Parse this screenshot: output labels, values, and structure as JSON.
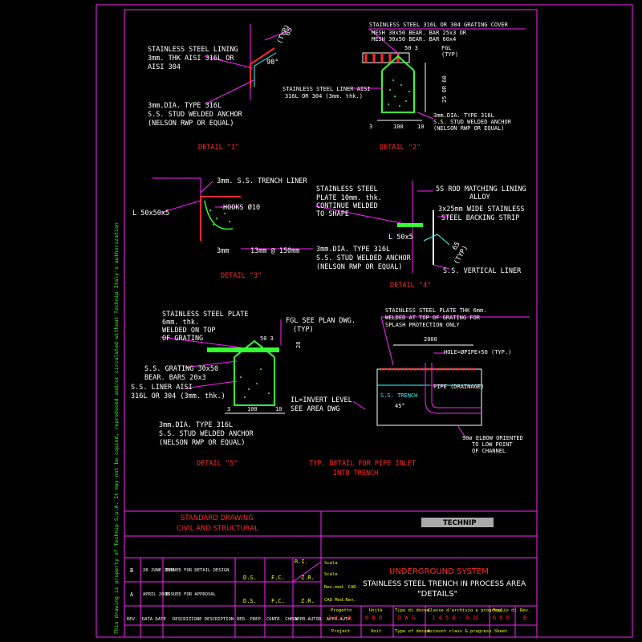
{
  "side_note": "This drawing is property of Technip S.p.A.  It may not be copied, reproduced and/or circulated without Technip Italy's authorization",
  "detail1": {
    "caption": "DETAIL \"1\"",
    "lining": [
      "STAINLESS STEEL LINING",
      "3mm. THK AISI 316L OR",
      "AISI 304"
    ],
    "anchor": [
      "3mm.DIA. TYPE 316L",
      "S.S. STUD WELDED ANCHOR",
      "(NELSON RWP OR EQUAL)"
    ],
    "angle": "90°",
    "dim": "65",
    "typ": "(TYP)"
  },
  "detail2": {
    "caption": "DETAIL \"2\"",
    "cover": [
      "STAINLESS STEEL 316L OR 304 GRATING COVER",
      "MESH 30x50 BEAR. BAR 25x3 OR",
      "MESH 30x50 BEAR. BAR 60x4"
    ],
    "fgl": "FGL",
    "typ": "(TYP)",
    "liner": [
      "STAINLESS STEEL LINER AISI",
      "316L OR 304 (3mm. thk.)"
    ],
    "anchor": [
      "3mm.DIA. TYPE 316L",
      "S.S. STUD WELDED ANCHOR",
      "(NELSON RWP OR EQUAL)"
    ],
    "dim_top": "50  3",
    "dim_side": "25 OR 60",
    "dim_3": "3",
    "dim_100": "100",
    "dim_10": "10"
  },
  "detail3": {
    "caption": "DETAIL \"3\"",
    "liner": "3mm. S.S. TRENCH LINER",
    "angle": "L 50x50x5",
    "hooks": "HOOKS Ø10",
    "dim_3": "3mm",
    "dim_pitch": "13mm @ 150mm"
  },
  "detail4": {
    "caption": "DETAIL \"4\"",
    "plate": [
      "STAINLESS STEEL",
      "PLATE 10mm. thk.",
      "CONTINUE WELDED",
      "TO SHAPE"
    ],
    "rod": [
      "5S ROD MATCHING LINING",
      "ALLOY"
    ],
    "strip": [
      "3x25mm WIDE STAINLESS",
      "STEEL BACKING STRIP"
    ],
    "angle": "L 50x5",
    "anchor": [
      "3mm.DIA. TYPE 316L",
      "S.S. STUD WELDED ANCHOR",
      "(NELSON RWP OR EQUAL)"
    ],
    "vertical": "S.S. VERTICAL LINER",
    "dim": "65",
    "typ": "(TYP)"
  },
  "detail5": {
    "caption": "DETAIL \"5\"",
    "plate": [
      "STAINLESS STEEL PLATE",
      "6mm. thk.",
      "WELDED ON TOP",
      "OF GRATING"
    ],
    "fgl": [
      "FGL SEE PLAN DWG.",
      "(TYP)"
    ],
    "grating": [
      "S.S. GRATING 30x50",
      "BEAR. BARS 20x3"
    ],
    "liner": [
      "S.S. LINER AISI",
      "316L OR 304 (3mm. thk.)"
    ],
    "il": [
      "IL=INVERT LEVEL",
      "SEE AREA DWG"
    ],
    "anchor": [
      "3mm.DIA. TYPE 316L",
      "S.S. STUD WELDED ANCHOR",
      "(NELSON RWP OR EQUAL)"
    ],
    "dim_top": "50  3",
    "dim_28": "28",
    "dim_3": "3",
    "dim_100": "100",
    "dim_10": "10"
  },
  "detail_pipe": {
    "caption": [
      "TYP. DETAIL FOR PIPE INLET",
      "INTO TRENCH"
    ],
    "plate": [
      "STAINLESS STEEL PLATE THK 6mm.",
      "WELDED AT TOP OF GRATING FOR",
      "SPLASH PROTECTION ONLY"
    ],
    "dim": "2000",
    "hole": "HOLE=ØPIPE+50 (TYP.)",
    "trench": "S.S. TRENCH",
    "pipe": "PIPE (DRAINAGE)",
    "angle": "45°",
    "elbow": [
      "90ø ELBOW ORIENTED",
      "TO LOW POINT",
      "OF CHANNEL"
    ]
  },
  "title_block": {
    "standard": [
      "STANDARD DRAWING",
      "CIVIL AND STRUCTURAL"
    ],
    "company": "TECHNIP",
    "revisions": [
      {
        "rev": "B",
        "date": "28 JUNE 2000",
        "desc": "ISSUED FOR DETAIL DESIGN",
        "prep": "D.S.",
        "check": "F.C.",
        "appr": "Z.R."
      },
      {
        "rev": "A",
        "date": "APRIL 2000",
        "desc": "ISSUED FOR APPROVAL",
        "prep": "D.S.",
        "check": "F.C.",
        "appr": "Z.R."
      }
    ],
    "ri": "R.I.",
    "headers": [
      "REV.",
      "DATA DATE",
      "DESCRIZIONE DESCRIPTION",
      "RED. PREP.",
      "CONTR. CHECK",
      "APPR.AUTOR. APPR.AUTH."
    ],
    "scale_labels": [
      "Scala",
      "Scale",
      "Rev.mod. CAD",
      "CAD Mod.Rev."
    ],
    "system": "UNDERGROUND SYSTEM",
    "title": "STAINLESS STEEL TRENCH IN PROCESS AREA",
    "subtitle": "\"DETAILS\"",
    "codes": [
      {
        "label": "Progetto",
        "value": "2 0 1 0",
        "foot": "Project"
      },
      {
        "label": "Unità",
        "value": "0 0 0",
        "foot": "Unit"
      },
      {
        "label": "Tipo di docum.",
        "value": "D W G",
        "foot": "Type of docum."
      },
      {
        "label": "Classe d'archivio e progress.",
        "value": "1 4 5 4 - 0.1C",
        "foot": "Account class & progress."
      },
      {
        "label": "Foglio di",
        "value": "6 0 6",
        "foot": "Sheet"
      },
      {
        "label": "Rev.",
        "value": "B",
        "foot": ""
      }
    ]
  }
}
